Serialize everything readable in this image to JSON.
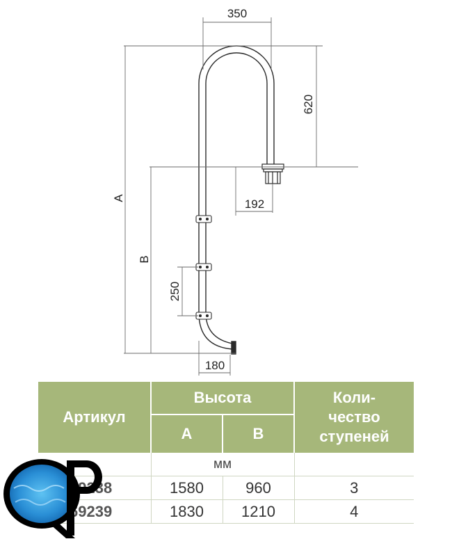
{
  "drawing": {
    "dimensions": {
      "top_width": "350",
      "top_height": "620",
      "offset": "192",
      "step_spacing": "250",
      "bottom_width": "180",
      "label_a": "A",
      "label_b": "B"
    },
    "colors": {
      "line": "#2a2a2a",
      "dim": "#6a6a6a"
    }
  },
  "table": {
    "headers": {
      "article": "Артикул",
      "height": "Высота",
      "col_a": "A",
      "col_b": "B",
      "steps": "Коли-\nчество\nступеней"
    },
    "unit": "мм",
    "rows": [
      {
        "article": "69238",
        "a": "1580",
        "b": "960",
        "steps": "3"
      },
      {
        "article": "69239",
        "a": "1830",
        "b": "1210",
        "steps": "4"
      }
    ],
    "header_color": "#a6b77a"
  },
  "logo": {
    "text": "QP",
    "colors": [
      "#000000",
      "#2a8fd6"
    ]
  }
}
